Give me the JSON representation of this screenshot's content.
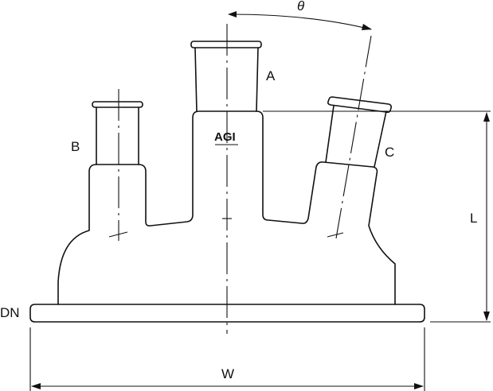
{
  "labels": {
    "neck_a": "A",
    "neck_b": "B",
    "neck_c": "C",
    "angle": "θ",
    "length": "L",
    "width": "W",
    "flange": "DN"
  },
  "logo": {
    "text": "AGI"
  }
}
